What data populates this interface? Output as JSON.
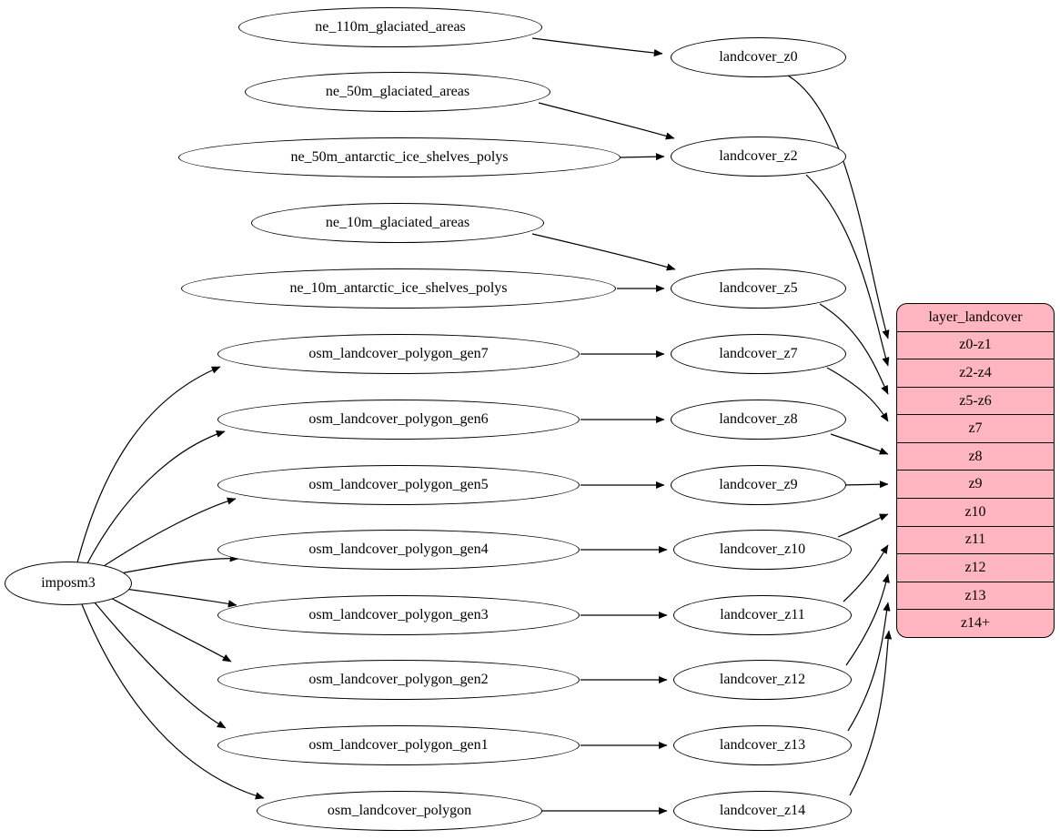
{
  "diagram": {
    "importer": {
      "label": "imposm3"
    },
    "sources": [
      "ne_110m_glaciated_areas",
      "ne_50m_glaciated_areas",
      "ne_50m_antarctic_ice_shelves_polys",
      "ne_10m_glaciated_areas",
      "ne_10m_antarctic_ice_shelves_polys",
      "osm_landcover_polygon_gen7",
      "osm_landcover_polygon_gen6",
      "osm_landcover_polygon_gen5",
      "osm_landcover_polygon_gen4",
      "osm_landcover_polygon_gen3",
      "osm_landcover_polygon_gen2",
      "osm_landcover_polygon_gen1",
      "osm_landcover_polygon"
    ],
    "intermediate": [
      "landcover_z0",
      "landcover_z2",
      "landcover_z5",
      "landcover_z7",
      "landcover_z8",
      "landcover_z9",
      "landcover_z10",
      "landcover_z11",
      "landcover_z12",
      "landcover_z13",
      "landcover_z14"
    ],
    "layer": {
      "title": "layer_landcover",
      "rows": [
        "z0-z1",
        "z2-z4",
        "z5-z6",
        "z7",
        "z8",
        "z9",
        "z10",
        "z11",
        "z12",
        "z13",
        "z14+"
      ]
    },
    "edges": [
      {
        "from": "ne_110m_glaciated_areas",
        "to": "landcover_z0"
      },
      {
        "from": "ne_50m_glaciated_areas",
        "to": "landcover_z2"
      },
      {
        "from": "ne_50m_antarctic_ice_shelves_polys",
        "to": "landcover_z2"
      },
      {
        "from": "ne_10m_glaciated_areas",
        "to": "landcover_z5"
      },
      {
        "from": "ne_10m_antarctic_ice_shelves_polys",
        "to": "landcover_z5"
      },
      {
        "from": "imposm3",
        "to": "osm_landcover_polygon_gen7"
      },
      {
        "from": "imposm3",
        "to": "osm_landcover_polygon_gen6"
      },
      {
        "from": "imposm3",
        "to": "osm_landcover_polygon_gen5"
      },
      {
        "from": "imposm3",
        "to": "osm_landcover_polygon_gen4"
      },
      {
        "from": "imposm3",
        "to": "osm_landcover_polygon_gen3"
      },
      {
        "from": "imposm3",
        "to": "osm_landcover_polygon_gen2"
      },
      {
        "from": "imposm3",
        "to": "osm_landcover_polygon_gen1"
      },
      {
        "from": "imposm3",
        "to": "osm_landcover_polygon"
      },
      {
        "from": "osm_landcover_polygon_gen7",
        "to": "landcover_z7"
      },
      {
        "from": "osm_landcover_polygon_gen6",
        "to": "landcover_z8"
      },
      {
        "from": "osm_landcover_polygon_gen5",
        "to": "landcover_z9"
      },
      {
        "from": "osm_landcover_polygon_gen4",
        "to": "landcover_z10"
      },
      {
        "from": "osm_landcover_polygon_gen3",
        "to": "landcover_z11"
      },
      {
        "from": "osm_landcover_polygon_gen2",
        "to": "landcover_z12"
      },
      {
        "from": "osm_landcover_polygon_gen1",
        "to": "landcover_z13"
      },
      {
        "from": "osm_landcover_polygon",
        "to": "landcover_z14"
      },
      {
        "from": "landcover_z0",
        "to": "layer_landcover:z0-z1"
      },
      {
        "from": "landcover_z2",
        "to": "layer_landcover:z2-z4"
      },
      {
        "from": "landcover_z5",
        "to": "layer_landcover:z5-z6"
      },
      {
        "from": "landcover_z7",
        "to": "layer_landcover:z7"
      },
      {
        "from": "landcover_z8",
        "to": "layer_landcover:z8"
      },
      {
        "from": "landcover_z9",
        "to": "layer_landcover:z9"
      },
      {
        "from": "landcover_z10",
        "to": "layer_landcover:z10"
      },
      {
        "from": "landcover_z11",
        "to": "layer_landcover:z11"
      },
      {
        "from": "landcover_z12",
        "to": "layer_landcover:z12"
      },
      {
        "from": "landcover_z13",
        "to": "layer_landcover:z13"
      },
      {
        "from": "landcover_z14",
        "to": "layer_landcover:z14+"
      }
    ],
    "colors": {
      "layer_fill": "#ffb6c1",
      "node_fill": "#ffffff",
      "stroke": "#000000",
      "background": "#ffffff"
    }
  }
}
